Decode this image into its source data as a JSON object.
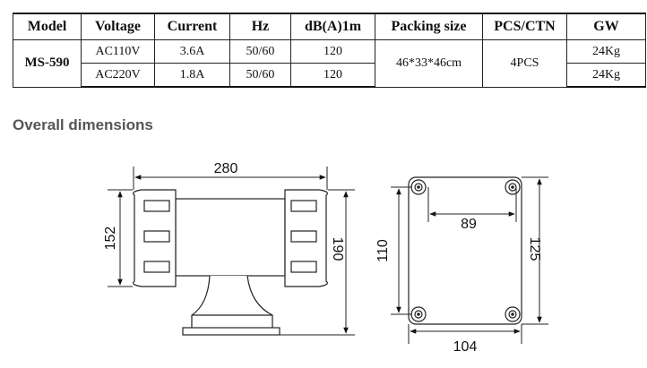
{
  "table": {
    "headers": [
      "Model",
      "Voltage",
      "Current",
      "Hz",
      "dB(A)1m",
      "Packing size",
      "PCS/CTN",
      "GW"
    ],
    "model": "MS-590",
    "rows": [
      {
        "voltage": "AC110V",
        "current": "3.6A",
        "hz": "50/60",
        "db": "120",
        "gw": "24Kg"
      },
      {
        "voltage": "AC220V",
        "current": "1.8A",
        "hz": "50/60",
        "db": "120",
        "gw": "24Kg"
      }
    ],
    "packing_size": "46*33*46cm",
    "pcs_ctn": "4PCS"
  },
  "section_title": "Overall dimensions",
  "dimensions": {
    "front_width": "280",
    "front_height": "190",
    "horn_height": "152",
    "base_width": "104",
    "base_height": "125",
    "hole_spacing_x": "89",
    "hole_spacing_y": "110"
  }
}
